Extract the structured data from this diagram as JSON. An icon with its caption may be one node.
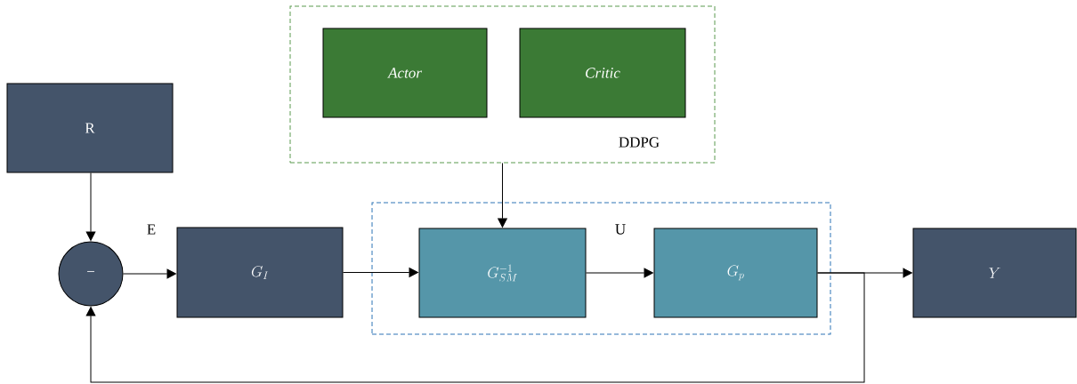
{
  "diagram": {
    "nodes": [
      {
        "text": [
          "DDPG"
        ]
      },
      {
        "text": [
          "Actor"
        ],
        "in": 0
      },
      {
        "text": [
          "Critic"
        ],
        "in": 0
      },
      {
        "text": [
          "R"
        ]
      },
      {
        "text": [
          "−"
        ]
      },
      {
        "text": [
          "G_{I}"
        ]
      },
      {
        "text": [],
        "shape": "box"
      },
      {
        "text": [
          "G_{SM}^{-1}"
        ],
        "in": 6
      },
      {
        "text": [
          "G_{p}"
        ],
        "in": 6
      },
      {
        "text": [
          "Y"
        ]
      }
    ],
    "edges": [
      {
        "from": 3,
        "to": 4,
        "arrow": "to"
      },
      {
        "from": 4,
        "to": 5,
        "arrow": "to",
        "label": "E"
      },
      {
        "from": 5,
        "to": 7,
        "arrow": "to"
      },
      {
        "from": 0,
        "to": 7,
        "arrow": "to"
      },
      {
        "from": 7,
        "to": 8,
        "arrow": "to",
        "label": "U"
      },
      {
        "from": 8,
        "to": 9,
        "arrow": "to"
      },
      {
        "from": 8,
        "to": 4,
        "arrow": "to"
      }
    ]
  }
}
